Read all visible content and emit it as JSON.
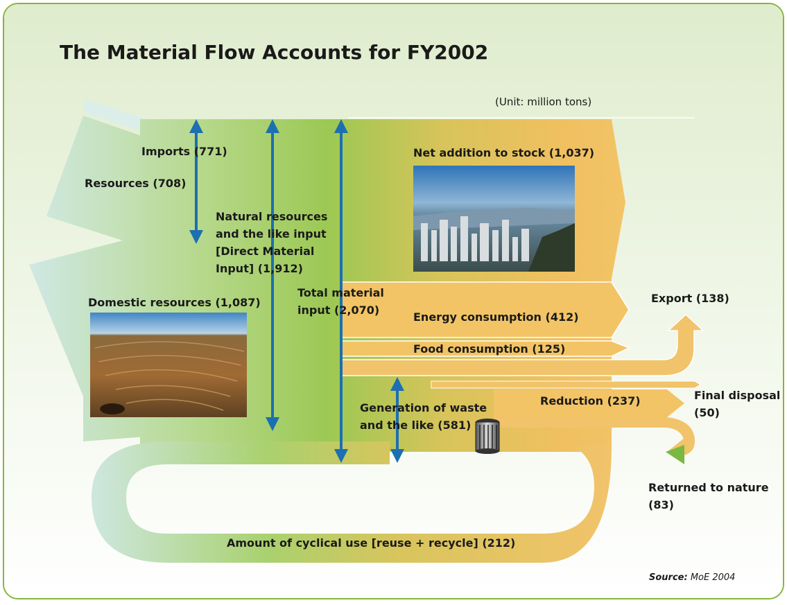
{
  "title": "The Material Flow Accounts for FY2002",
  "unit_note": "(Unit: million tons)",
  "source_label": "Source:",
  "source_value": "MoE 2004",
  "labels": {
    "imports": "Imports (771)",
    "resources": "Resources (708)",
    "natural_line1": "Natural resources",
    "natural_line2": "and the like input",
    "natural_line3": "[Direct Material",
    "natural_line4": "Input] (1,912)",
    "domestic": "Domestic resources (1,087)",
    "total_line1": "Total material",
    "total_line2": "input (2,070)",
    "net_addition": "Net addition to stock (1,037)",
    "energy": "Energy consumption (412)",
    "food": "Food consumption (125)",
    "export": "Export (138)",
    "generation_line1": "Generation of waste",
    "generation_line2": "and the like (581)",
    "reduction": "Reduction (237)",
    "final_line1": "Final disposal",
    "final_line2": "(50)",
    "returned_line1": "Returned to nature",
    "returned_line2": "(83)",
    "cyclical": "Amount of cyclical use [reuse + recycle] (212)"
  },
  "flows": {
    "imports": 771,
    "resources": 708,
    "direct_material_input": 1912,
    "domestic_resources": 1087,
    "total_material_input": 2070,
    "net_addition_to_stock": 1037,
    "energy_consumption": 412,
    "food_consumption": 125,
    "export": 138,
    "generation_of_waste": 581,
    "reduction": 237,
    "final_disposal": 50,
    "returned_to_nature": 83,
    "cyclical_use": 212
  },
  "colors": {
    "border": "#86b53c",
    "background_top": "#dfeccd",
    "flow_left": "#cde6e0",
    "flow_mid": "#9cc853",
    "flow_right": "#f0c060",
    "arrow_blue": "#1c6fb0",
    "return_green": "#79b843"
  },
  "icons": {
    "waste_bin": "trash-can-icon",
    "city_photo": "city-photo",
    "mine_photo": "mine-photo"
  }
}
